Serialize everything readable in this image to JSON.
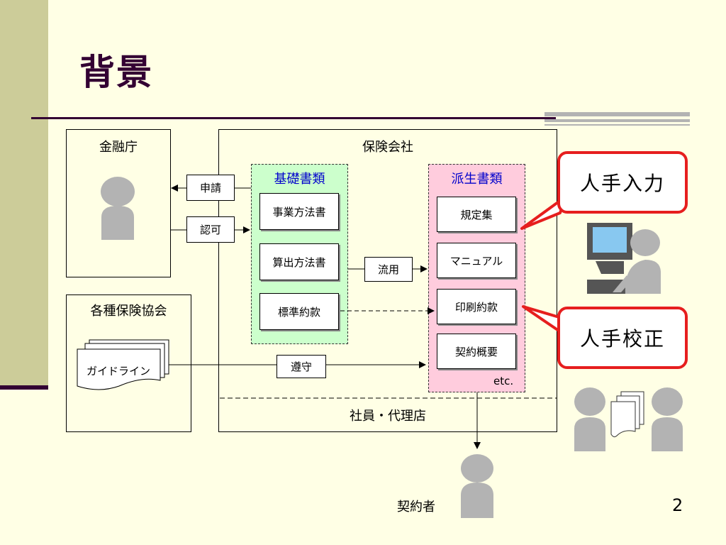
{
  "title": "背景",
  "page_number": "2",
  "fsa": {
    "label": "金融庁"
  },
  "associations": {
    "label": "各種保険協会",
    "guideline": "ガイドライン"
  },
  "insurer": {
    "label": "保険会社",
    "staff_agent": "社員・代理店"
  },
  "basic_docs": {
    "label": "基礎書類",
    "items": [
      "事業方法書",
      "算出方法書",
      "標準約款"
    ]
  },
  "derived_docs": {
    "label": "派生書類",
    "items": [
      "規定集",
      "マニュアル",
      "印刷約款",
      "契約概要"
    ],
    "etc": "etc."
  },
  "flows": {
    "apply": "申請",
    "approve": "認可",
    "reuse": "流用",
    "comply": "遵守"
  },
  "contractor": "契約者",
  "callouts": {
    "manual_input": "人手入力",
    "manual_proof": "人手校正"
  },
  "colors": {
    "background": "#FFFFE5",
    "title": "#330033",
    "basic_docs_fill": "#CCFFCC",
    "derived_docs_fill": "#FFCCDD",
    "callout_border": "#E61E1E",
    "heading_blue": "#0000CC"
  }
}
